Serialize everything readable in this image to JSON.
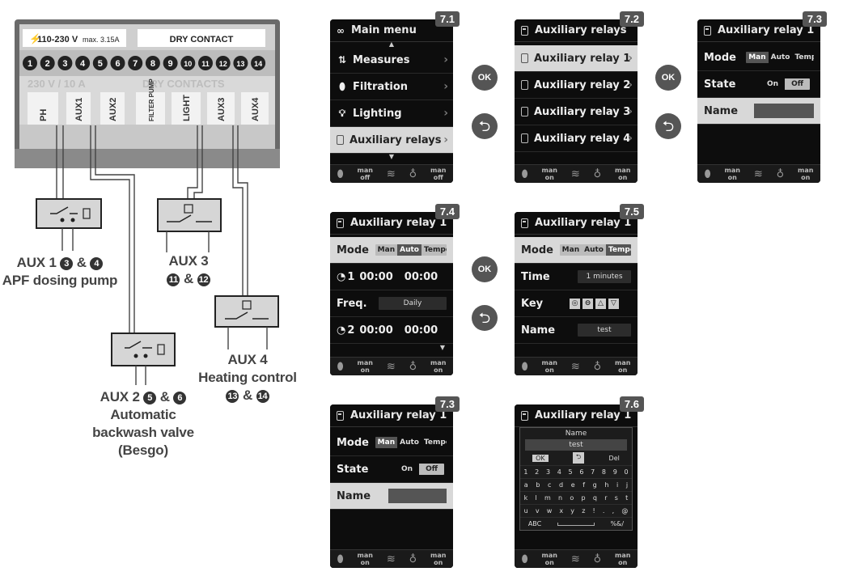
{
  "terminal": {
    "voltage_label": "110-230 V",
    "fuse_label": "max. 3.15A",
    "dry_contact_label": "DRY CONTACT",
    "terminals": [
      "1",
      "2",
      "3",
      "4",
      "5",
      "6",
      "7",
      "8",
      "9",
      "10",
      "11",
      "12",
      "13",
      "14"
    ],
    "slot_labels": [
      "PH",
      "AUX1",
      "AUX2",
      "FILTER PUMP",
      "LIGHT",
      "AUX3",
      "AUX4"
    ],
    "faded_print_1": "230 V / 10 A",
    "faded_print_2": "DRY CONTACTS"
  },
  "aux": {
    "aux1": {
      "name": "AUX 1",
      "t1": "3",
      "t2": "4",
      "amp": "&",
      "desc": "APF dosing pump"
    },
    "aux2": {
      "name": "AUX 2",
      "t1": "5",
      "t2": "6",
      "amp": "&",
      "desc1": "Automatic",
      "desc2": "backwash valve",
      "desc3": "(Besgo)"
    },
    "aux3": {
      "name": "AUX 3",
      "t1": "11",
      "t2": "12",
      "amp": "&"
    },
    "aux4": {
      "name": "AUX 4",
      "t1": "13",
      "t2": "14",
      "amp": "&",
      "desc": "Heating control"
    }
  },
  "buttons": {
    "ok": "OK",
    "back": "⮌"
  },
  "footer": {
    "man": "man",
    "off": "off",
    "on": "on"
  },
  "screens": {
    "s71": {
      "tag": "7.1",
      "title": "Main menu",
      "items": [
        "Measures",
        "Filtration",
        "Lighting",
        "Auxiliary relays"
      ]
    },
    "s72": {
      "tag": "7.2",
      "title": "Auxiliary relays",
      "items": [
        "Auxiliary relay 1",
        "Auxiliary relay 2",
        "Auxiliary relay 3",
        "Auxiliary relay 4"
      ]
    },
    "s73": {
      "tag": "7.3",
      "title": "Auxiliary relay 1",
      "mode": "Mode",
      "state": "State",
      "name": "Name",
      "man": "Man",
      "auto": "Auto",
      "tempo": "Tempo",
      "on": "On",
      "off": "Off"
    },
    "s74": {
      "tag": "7.4",
      "title": "Auxiliary relay 1",
      "mode": "Mode",
      "man": "Man",
      "auto": "Auto",
      "tempo": "Tempo",
      "p1": "1",
      "p2": "2",
      "t1a": "00:00",
      "t1b": "00:00",
      "freq": "Freq.",
      "freq_val": "Daily",
      "t2a": "00:00",
      "t2b": "00:00"
    },
    "s75": {
      "tag": "7.5",
      "title": "Auxiliary relay 1",
      "mode": "Mode",
      "man": "Man",
      "auto": "Auto",
      "tempo": "Tempo",
      "time": "Time",
      "time_val": "1 minutes",
      "key": "Key",
      "name": "Name",
      "name_val": "test"
    },
    "s73b": {
      "tag": "7.3",
      "title": "Auxiliary relay 1",
      "mode": "Mode",
      "state": "State",
      "name": "Name",
      "man": "Man",
      "auto": "Auto",
      "tempo": "Tempo",
      "on": "On",
      "off": "Off"
    },
    "s76": {
      "tag": "7.6",
      "title": "Auxiliary relay 1",
      "kb_title": "Name",
      "kb_value": "test",
      "ok": "OK",
      "del": "Del",
      "row1": [
        "1",
        "2",
        "3",
        "4",
        "5",
        "6",
        "7",
        "8",
        "9",
        "0"
      ],
      "row2": [
        "a",
        "b",
        "c",
        "d",
        "e",
        "f",
        "g",
        "h",
        "i",
        "j"
      ],
      "row3": [
        "k",
        "l",
        "m",
        "n",
        "o",
        "p",
        "q",
        "r",
        "s",
        "t"
      ],
      "row4": [
        "u",
        "v",
        "w",
        "x",
        "y",
        "z",
        "!",
        ".",
        ",",
        "@"
      ],
      "abc": "ABC",
      "sym": "%&/"
    }
  }
}
